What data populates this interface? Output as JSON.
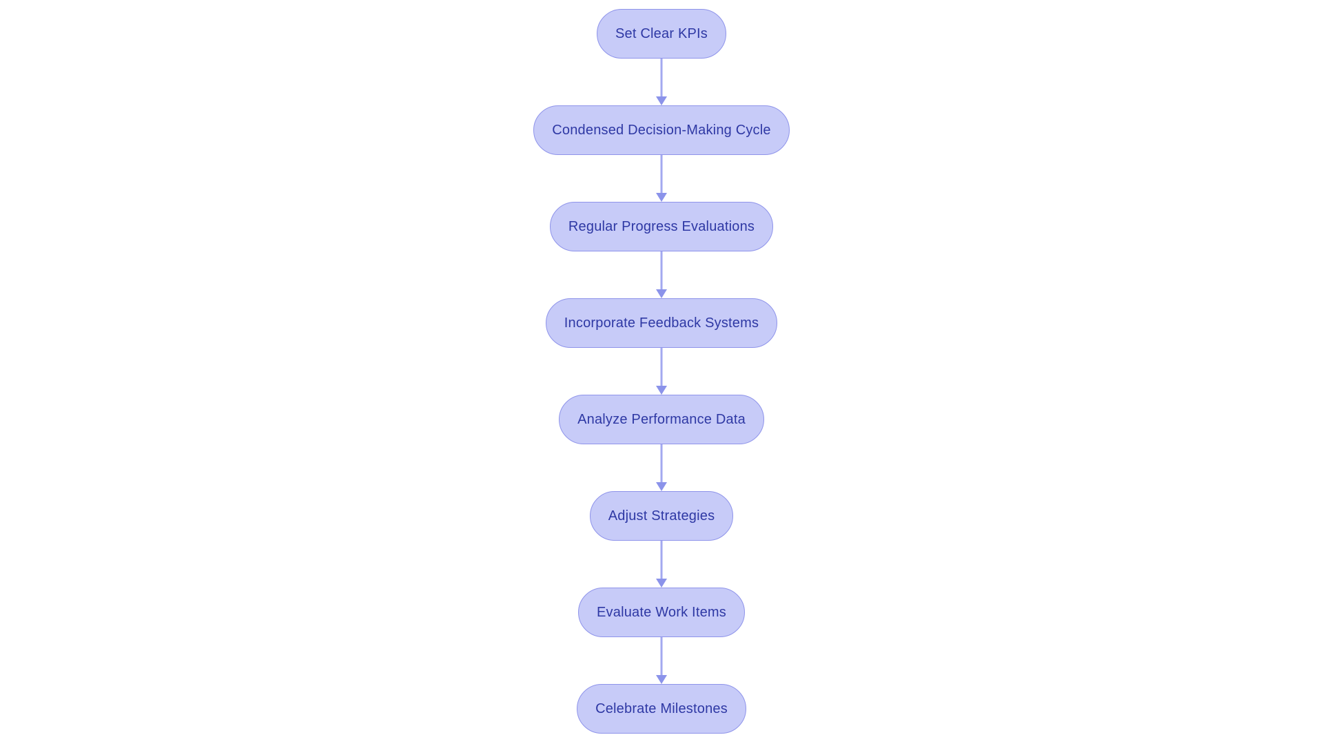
{
  "diagram": {
    "type": "flowchart",
    "direction": "top-down",
    "nodes": [
      {
        "label": "Set Clear KPIs"
      },
      {
        "label": "Condensed Decision-Making Cycle"
      },
      {
        "label": "Regular Progress Evaluations"
      },
      {
        "label": "Incorporate Feedback Systems"
      },
      {
        "label": "Analyze Performance Data"
      },
      {
        "label": "Adjust Strategies"
      },
      {
        "label": "Evaluate Work Items"
      },
      {
        "label": "Celebrate Milestones"
      }
    ],
    "edges": [
      {
        "from": "Set Clear KPIs",
        "to": "Condensed Decision-Making Cycle"
      },
      {
        "from": "Condensed Decision-Making Cycle",
        "to": "Regular Progress Evaluations"
      },
      {
        "from": "Regular Progress Evaluations",
        "to": "Incorporate Feedback Systems"
      },
      {
        "from": "Incorporate Feedback Systems",
        "to": "Analyze Performance Data"
      },
      {
        "from": "Analyze Performance Data",
        "to": "Adjust Strategies"
      },
      {
        "from": "Adjust Strategies",
        "to": "Evaluate Work Items"
      },
      {
        "from": "Evaluate Work Items",
        "to": "Celebrate Milestones"
      }
    ],
    "colors": {
      "node_fill": "#c7cbf8",
      "node_border": "#8e93ea",
      "node_text": "#2e38a4",
      "arrow_line": "#a3a8f0",
      "arrow_head": "#8b93ea",
      "background": "#ffffff"
    }
  }
}
